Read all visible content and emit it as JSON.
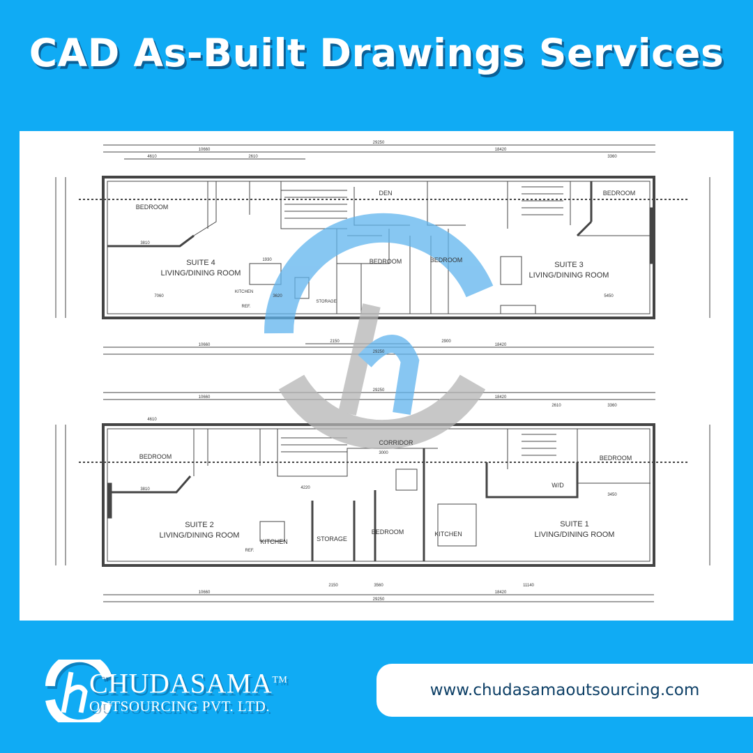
{
  "title": "CAD As-Built Drawings Services",
  "drawing": {
    "upper_plan": {
      "rooms": [
        "BEDROOM",
        "SUITE 4",
        "LIVING/DINING ROOM",
        "DEN",
        "BEDROOM",
        "BEDROOM",
        "BEDROOM",
        "SUITE 3",
        "LIVING/DINING ROOM",
        "KITCHEN",
        "STORAGE",
        "REF."
      ],
      "dimensions": [
        "29250",
        "10660",
        "18420",
        "4610",
        "2610",
        "3810",
        "7060",
        "3620",
        "2150",
        "2900",
        "5450",
        "3360",
        "1930",
        "10660",
        "29250",
        "18420"
      ]
    },
    "lower_plan": {
      "rooms": [
        "BEDROOM",
        "SUITE 2",
        "LIVING/DINING ROOM",
        "KITCHEN",
        "STORAGE",
        "CORRIDOR",
        "BEDROOM",
        "KITCHEN",
        "BEDROOM",
        "SUITE 1",
        "LIVING/DINING ROOM",
        "W/D",
        "REF."
      ],
      "dimensions": [
        "29250",
        "10660",
        "18420",
        "4610",
        "2610",
        "3810",
        "4220",
        "3000",
        "3360",
        "3450",
        "2150",
        "3560",
        "11140",
        "10660",
        "29250",
        "18420"
      ]
    }
  },
  "watermark_icon": "chudasama-h-logo",
  "brand": {
    "name": "CHUDASAMA",
    "trademark": "TM",
    "subtitle": "OUTSOURCING PVT. LTD."
  },
  "website": "www.chudasamaoutsourcing.com",
  "colors": {
    "background": "#10abf4",
    "title_shadow": "#0b5f96",
    "url_text": "#0d3f66",
    "watermark_blue": "#5fb4ee",
    "watermark_gray": "#b5b5b5"
  }
}
